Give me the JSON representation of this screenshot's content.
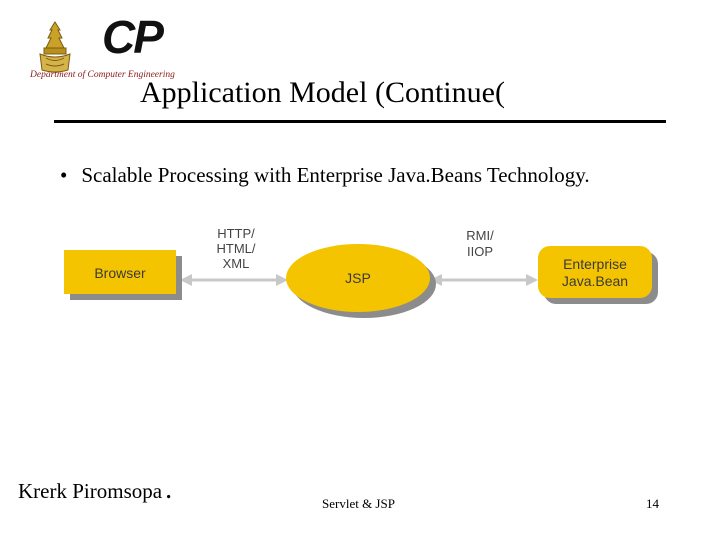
{
  "header": {
    "logo_text": "CP",
    "department": "Department of Computer Engineering",
    "emblem_icon": "crest-icon"
  },
  "slide": {
    "title": "Application Model (Continue(",
    "bullets": [
      {
        "text": "Scalable Processing with Enterprise Java.Beans Technology."
      }
    ]
  },
  "diagram": {
    "nodes": [
      {
        "label": "Browser"
      },
      {
        "label": "JSP"
      },
      {
        "label_line1": "Enterprise",
        "label_line2": "Java.Bean"
      }
    ],
    "connectors": [
      {
        "lines": [
          "HTTP/",
          "HTML/",
          "XML"
        ]
      },
      {
        "lines": [
          "RMI/",
          "IIOP"
        ]
      }
    ],
    "colors": {
      "fill": "#f5c400",
      "shadow": "#8c8c8c",
      "arrow": "#c8c8c8"
    }
  },
  "footer": {
    "author": "Krerk Piromsopa",
    "author_suffix": ".",
    "center": "Servlet & JSP",
    "page": "14"
  }
}
